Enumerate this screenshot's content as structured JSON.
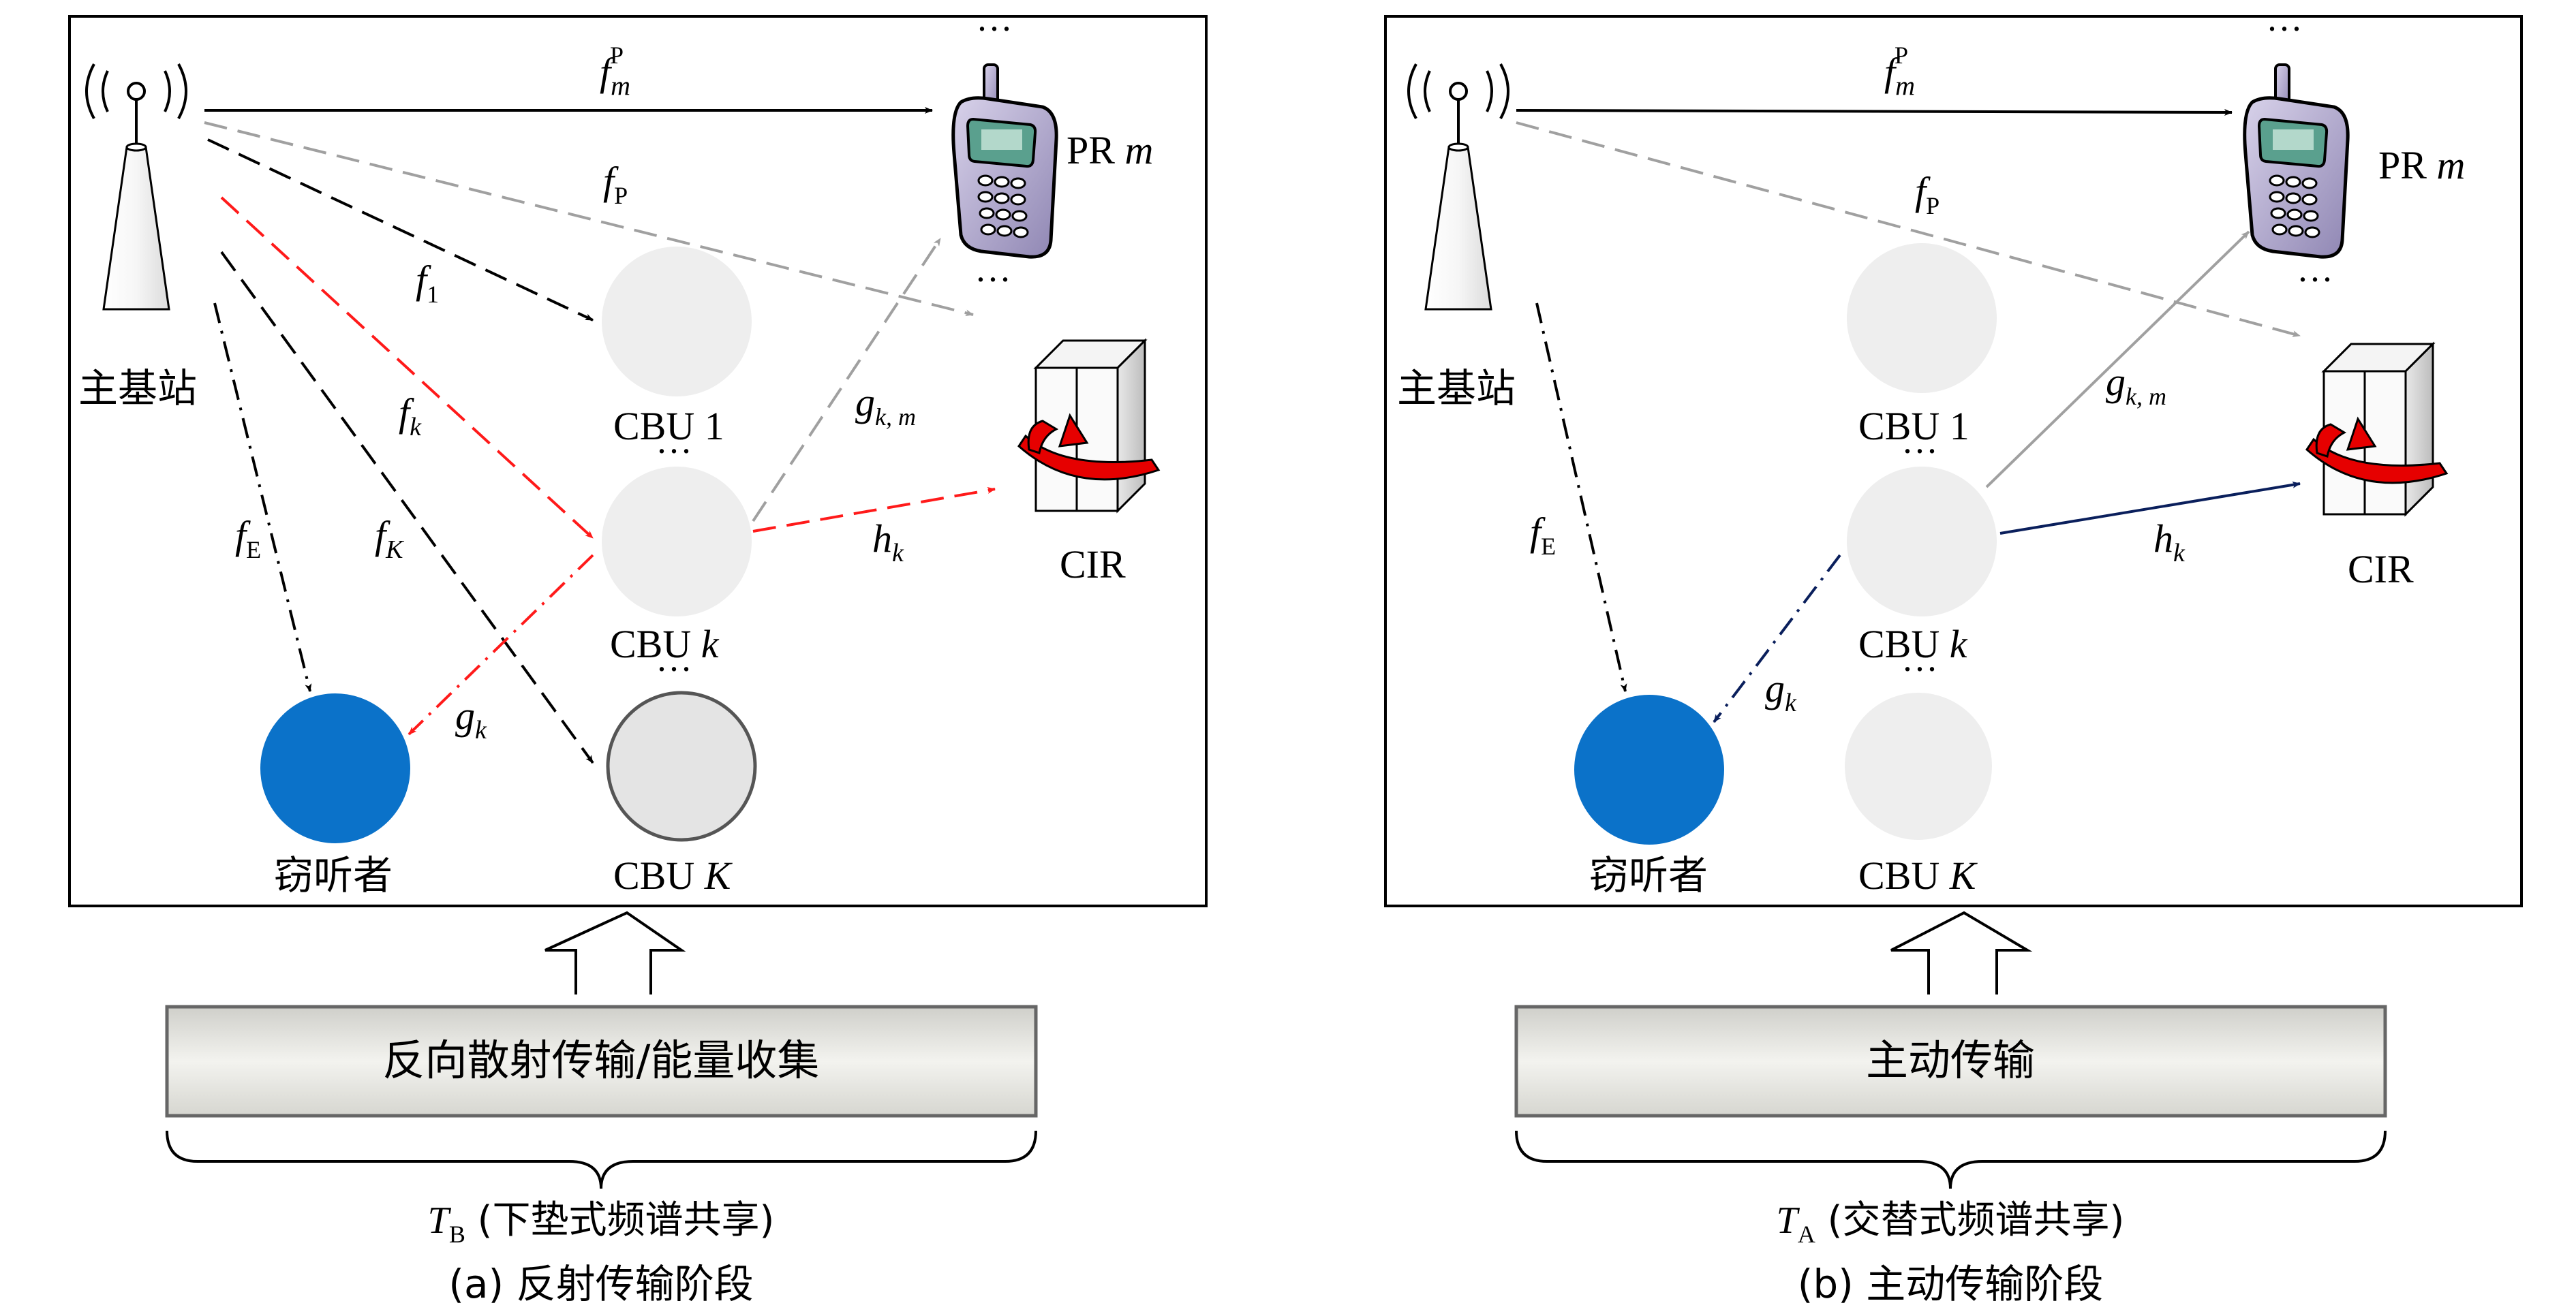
{
  "panels": [
    {
      "base_station": "主基站",
      "pr": "PR",
      "pr_var": "m",
      "cir": "CIR",
      "eve": "窃听者",
      "cbu1": "CBU 1",
      "cbuk": "CBU",
      "cbuk_var": "k",
      "cbuK": "CBU",
      "cbuK_var": "K",
      "ellipsis": "···",
      "phase_box": "反向散射传输/能量收集",
      "period_var": "T",
      "period_sub": "B",
      "period_text": " (下垫式频谱共享)",
      "caption": "(a) 反射传输阶段",
      "links": {
        "fmP": {
          "f": "f",
          "sub": "m",
          "sup": "P"
        },
        "fP": {
          "f": "f",
          "sub": "P"
        },
        "f1": {
          "f": "f",
          "sub": "1"
        },
        "fk": {
          "f": "f",
          "sub": "k"
        },
        "fK": {
          "f": "f",
          "sub": "K"
        },
        "fE": {
          "f": "f",
          "sub": "E"
        },
        "gkm": {
          "f": "g",
          "sub": "k, m"
        },
        "hk": {
          "f": "h",
          "sub": "k"
        },
        "gk": {
          "f": "g",
          "sub": "k"
        }
      }
    },
    {
      "base_station": "主基站",
      "pr": "PR",
      "pr_var": "m",
      "cir": "CIR",
      "eve": "窃听者",
      "cbu1": "CBU 1",
      "cbuk": "CBU",
      "cbuk_var": "k",
      "cbuK": "CBU",
      "cbuK_var": "K",
      "ellipsis": "···",
      "phase_box": "主动传输",
      "period_var": "T",
      "period_sub": "A",
      "period_text": " (交替式频谱共享)",
      "caption": "(b) 主动传输阶段",
      "links": {
        "fmP": {
          "f": "f",
          "sub": "m",
          "sup": "P"
        },
        "fP": {
          "f": "f",
          "sub": "P"
        },
        "fE": {
          "f": "f",
          "sub": "E"
        },
        "gkm": {
          "f": "g",
          "sub": "k, m"
        },
        "hk": {
          "f": "h",
          "sub": "k"
        },
        "gk": {
          "f": "g",
          "sub": "k"
        }
      }
    }
  ],
  "colors": {
    "black_link": "#000000",
    "gray_link": "#a0a0a0",
    "red_link": "#ff1a1a",
    "navy_link": "#0a1f5c",
    "eve_fill": "#0b72c9",
    "cbu_fill": "#eeeeee",
    "box_grad_top": "#d9d9d4",
    "box_grad_bottom": "#f2f2ee"
  }
}
